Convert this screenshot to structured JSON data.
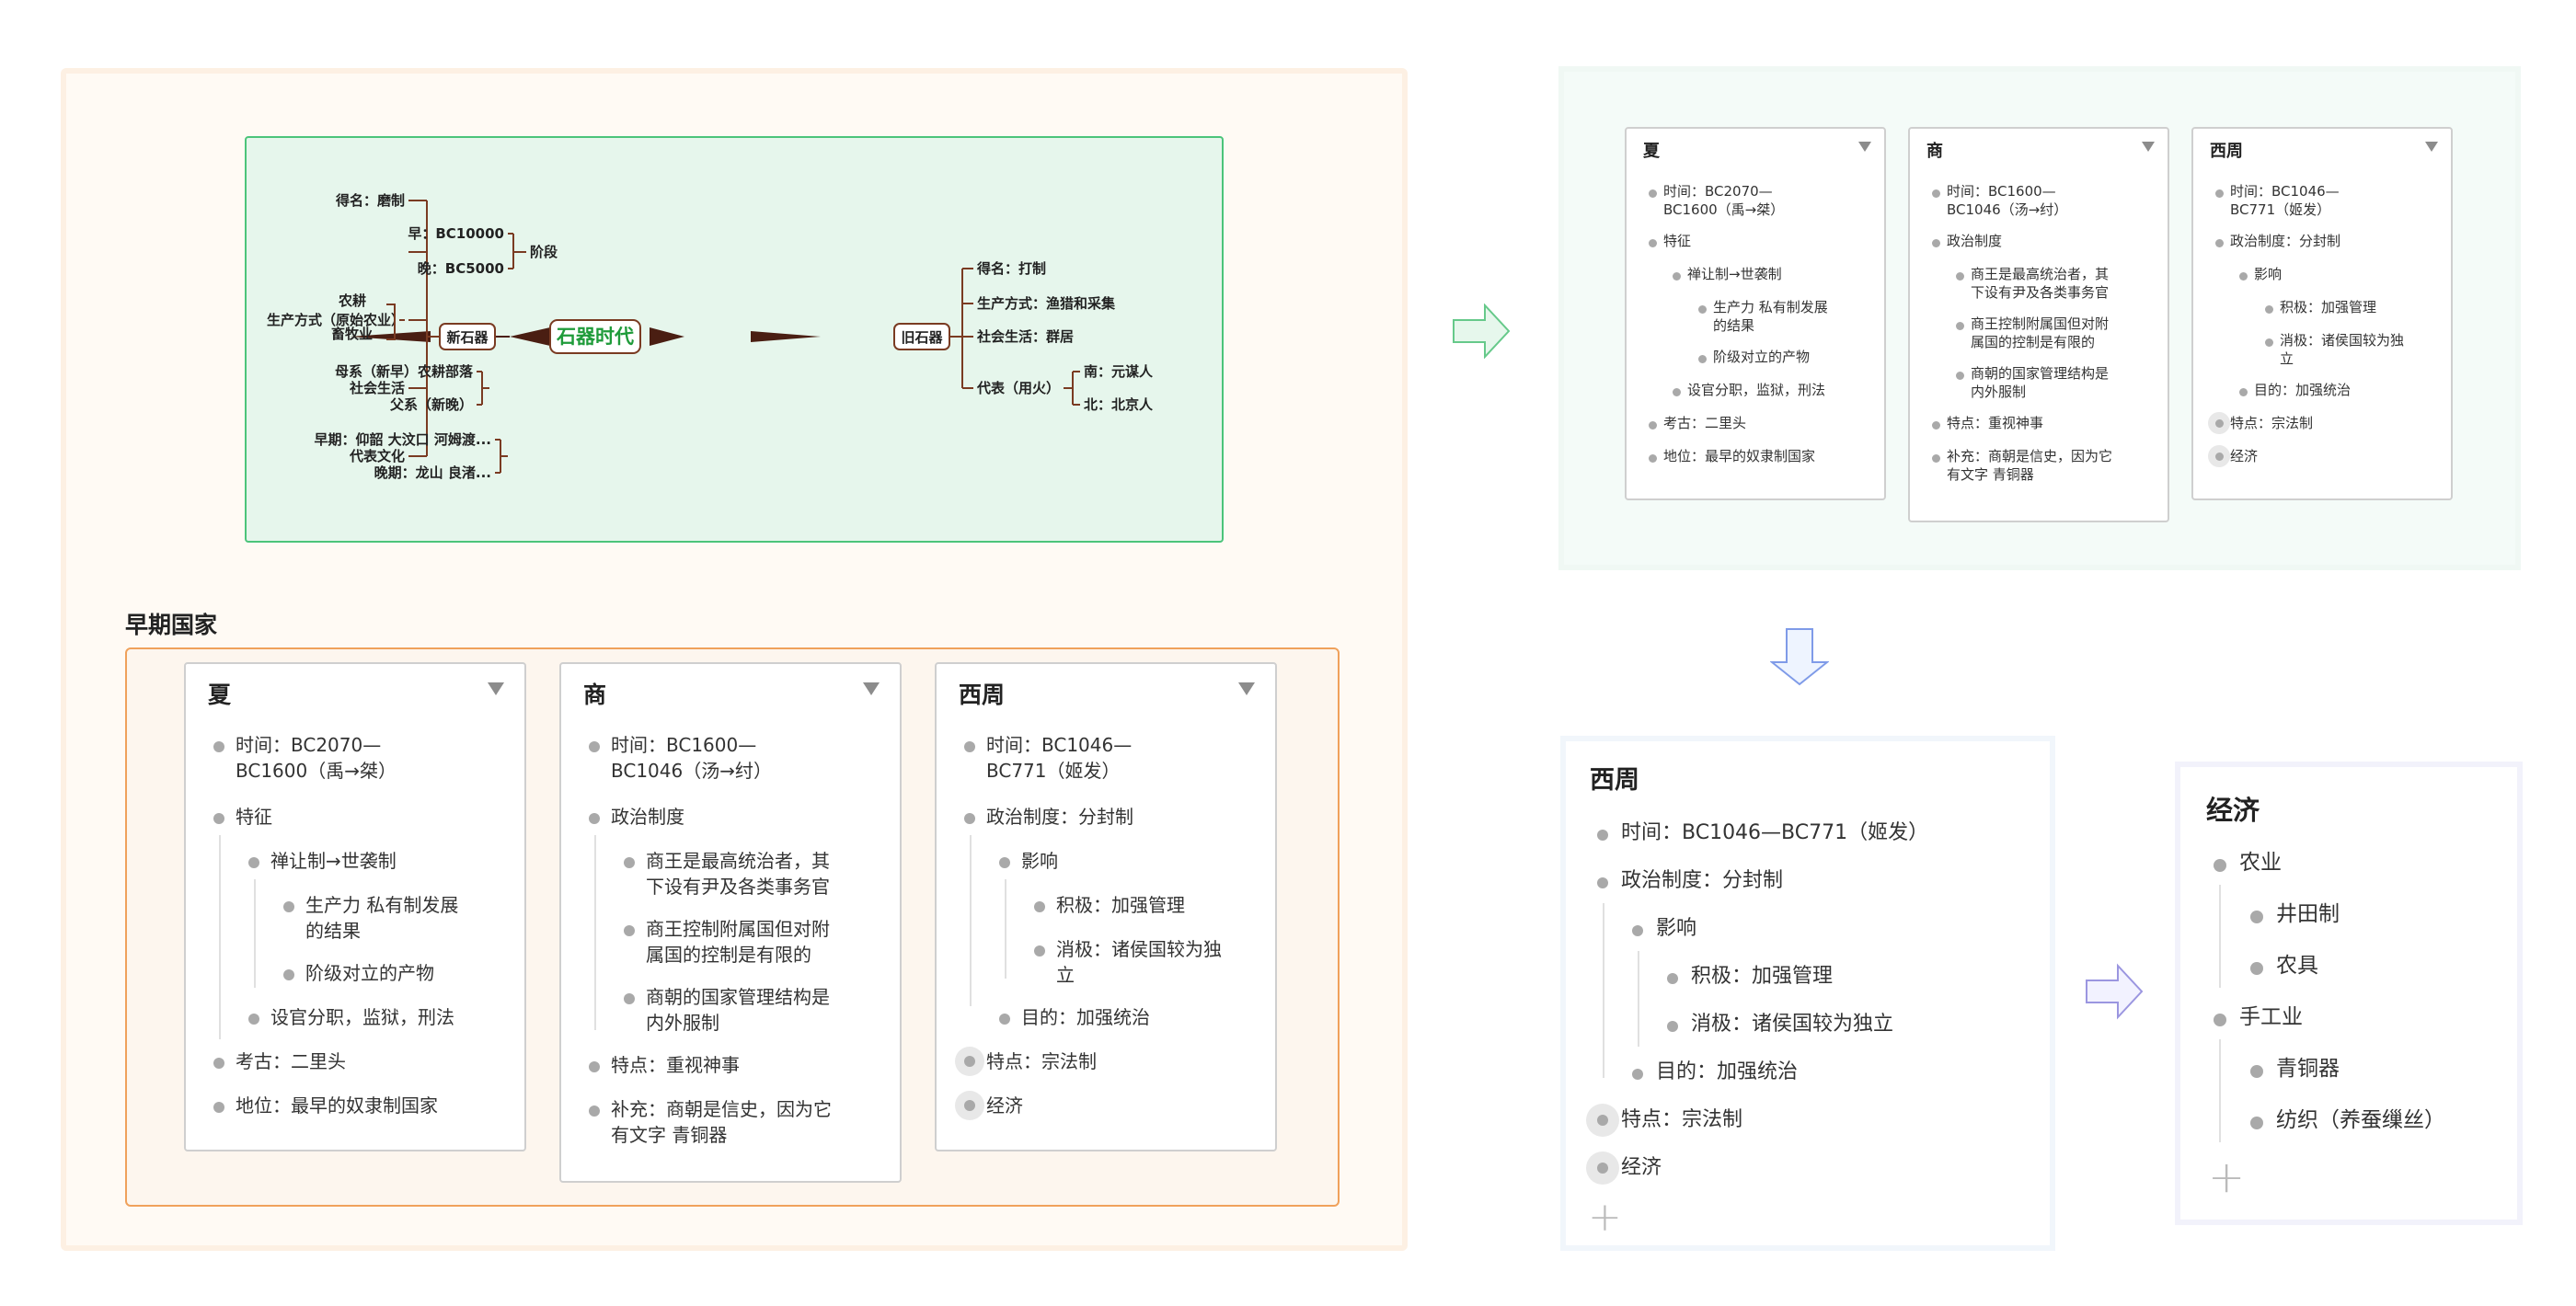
{
  "mindmap": {
    "center": "石器时代",
    "left_node": "新石器",
    "right_node": "旧石器",
    "left": {
      "naming": "得名：磨制",
      "stage": "阶段",
      "stage_early": "早：BC10000",
      "stage_late": "晚：BC5000",
      "production": "生产方式（原始农业）",
      "farming": "农耕",
      "herding": "畜牧业",
      "social": "社会生活",
      "matri": "母系（新早）农耕部落",
      "patri": "父系（新晚）",
      "culture": "代表文化",
      "culture_early": "早期：仰韶 大汶口 河姆渡...",
      "culture_late": "晚期：龙山 良渚..."
    },
    "right": {
      "naming": "得名：打制",
      "production": "生产方式：渔猎和采集",
      "social": "社会生活：群居",
      "rep": "代表（用火）",
      "south": "南：元谋人",
      "north": "北：北京人"
    }
  },
  "section_title": "早期国家",
  "xia": {
    "title": "夏",
    "time": "时间：BC2070—",
    "time2": "BC1600（禹→桀）",
    "feature": "特征",
    "f1": "禅让制→世袭制",
    "f1a": "生产力 私有制发展",
    "f1a2": "的结果",
    "f1b": "阶级对立的产物",
    "f2": "设官分职，监狱，刑法",
    "arch": "考古：二里头",
    "status": "地位：最早的奴隶制国家"
  },
  "shang": {
    "title": "商",
    "time": "时间：BC1600—",
    "time2": "BC1046（汤→纣）",
    "politics": "政治制度",
    "p1": "商王是最高统治者，其",
    "p1b": "下设有尹及各类事务官",
    "p2": "商王控制附属国但对附",
    "p2b": "属国的控制是有限的",
    "p3": "商朝的国家管理结构是",
    "p3b": "内外服制",
    "feature": "特点：重视神事",
    "supp": "补充：商朝是信史，因为它",
    "supp2": "有文字 青铜器"
  },
  "zhou": {
    "title": "西周",
    "time": "时间：BC1046—",
    "time2": "BC771（姬发）",
    "politics": "政治制度：分封制",
    "influence": "影响",
    "pos": "积极：加强管理",
    "neg": "消极：诸侯国较为独",
    "neg2": "立",
    "purpose": "目的：加强统治",
    "feature": "特点：宗法制",
    "economy": "经济"
  },
  "zhou_big": {
    "title": "西周",
    "time": "时间：BC1046—BC771（姬发）",
    "neg": "消极：诸侯国较为独立"
  },
  "economy": {
    "title": "经济",
    "agri": "农业",
    "well": "井田制",
    "tools": "农具",
    "craft": "手工业",
    "bronze": "青铜器",
    "textile": "纺织（养蚕缫丝）"
  },
  "add_symbol": "+"
}
